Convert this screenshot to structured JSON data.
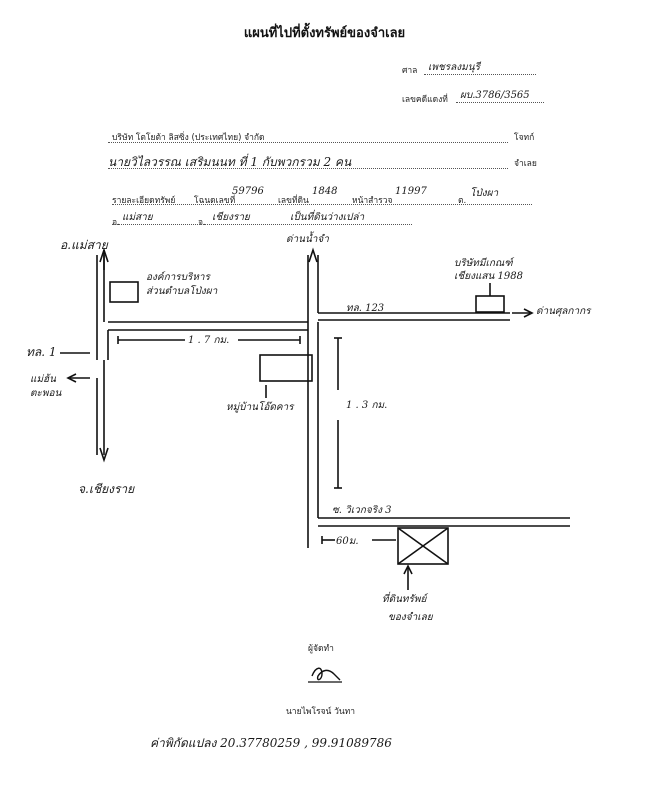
{
  "header": {
    "title": "แผนที่ไปที่ตั้งทรัพย์ของจำเลย",
    "court_label": "ศาล",
    "court_value": "เพชรลงมนุรี",
    "case_label": "เลขคดีแดงที่",
    "case_value": "ผบ.3786/3565"
  },
  "parties": {
    "plaintiff": "บริษัท โตโยต้า ลิสซิ่ง (ประเทศไทย) จำกัด",
    "plaintiff_role": "โจทก์",
    "defendant": "นายวิไลวรรณ  เสริมนนท ที่ 1 กับพวกรวม 2 คน",
    "defendant_role": "จำเลย"
  },
  "property": {
    "label": "รายละเอียดทรัพย์",
    "deed_label": "โฉนดเลขที่",
    "deed_no": "59796",
    "land_label": "เลขที่ดิน",
    "land_no": "1848",
    "survey_label": "หน้าสำรวจ",
    "survey_no": "11997",
    "subdistrict_prefix": "ต.",
    "subdistrict": "โป่งผา",
    "district_prefix": "อ.",
    "district": "แม่สาย",
    "province_prefix": "จ.",
    "province": "เชียงราย",
    "note": "เป็นที่ดินว่างเปล่า"
  },
  "map": {
    "top_left_road": "อ.แม่สาย",
    "bottom_left_road": "จ.เชียงราย",
    "hwy_left": "ทล. 1",
    "to_market": "แม่ฮ้น",
    "to_market2": "ตะพอน",
    "org_label_1": "องค์การบริหาร",
    "org_label_2": "ส่วนตำบลโป่งผา",
    "top_mid_road": "ด่านน้ำจำ",
    "company_1": "บริษัทมีเกณฑ์",
    "company_2": "เชียงแสน 1988",
    "hwy_right": "ทล. 123",
    "to_customs": "ด่านศุลกากร",
    "dist_horizontal": "1 . 7  กม.",
    "village": "หมู่บ้านโอ๊ดคาร",
    "dist_vertical": "1 . 3  กม.",
    "soi": "ซ. วิเวกจริง 3",
    "dist_short": "60ม.",
    "property_label_1": "ที่ดินทรัพย์",
    "property_label_2": "ของจำเลย"
  },
  "footer": {
    "maker_label": "ผู้จัดทำ",
    "signer": "นายไพโรจน์ วันทา",
    "coords": "ค่าพิกัดแปลง  20.37780259 , 99.91089786"
  }
}
